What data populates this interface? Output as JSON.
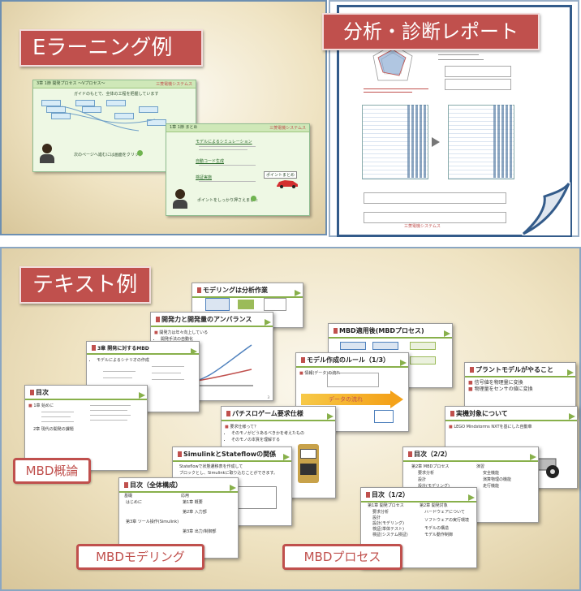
{
  "top_left": {
    "tag": "Eラーニング例",
    "window1": {
      "title": "3章 1節 開発プロセス ～Vプロセス～",
      "logo": "三菱電機システムス",
      "caption": "ガイドのもとで、全体の工程を把握しています",
      "footer": "次のページへ進むには画面をクリック"
    },
    "window2": {
      "title": "1章 1節 まとめ",
      "logo": "三菱電機システムス",
      "item1": "モデルによるシミュレーション",
      "item2": "自動コード生成",
      "item3": "検証実施",
      "footer": "ポイントをしっかり押さえました",
      "badge": "ポイントまとめ"
    }
  },
  "top_right": {
    "tag": "分析・診断レポート",
    "logo": "三菱電機システムス"
  },
  "bottom": {
    "tag": "テキスト例",
    "labels": {
      "concept": "MBD概論",
      "modeling": "MBDモデリング",
      "process": "MBDプロセス"
    },
    "slides": {
      "s1": {
        "title": "モデリングは分析作業"
      },
      "s2": {
        "title": "開発力と開発量のアンバランス",
        "b1": "開発力は年々向上している",
        "b2": "開発手法の自動化"
      },
      "s3": {
        "title": "MBD適用後(MBDプロセス)"
      },
      "s4": {
        "title": "モデル作成のルール（1/3）",
        "b1": "情報(データ)の流れ",
        "band": "データの流れ"
      },
      "s5": {
        "title": "プラントモデルがやること",
        "b1": "信号値を物理量に変換",
        "b2": "物理量をセンサの値に変換"
      },
      "s6": {
        "title": "3章 開発に対するMBD",
        "b1": "モデルによるシナリオの作成"
      },
      "s7": {
        "title": "目次",
        "b1": "1章 始めに",
        "b2": "2章 現代の開発の課題"
      },
      "s8": {
        "title": "パチスロゲーム要求仕様",
        "b1": "要求仕様って？",
        "b2": "そのモノがどうあるべきかを考えたもの",
        "b3": "そのモノの本質を理解する"
      },
      "s9": {
        "title": "実機対象について",
        "b1": "LEGO Mindstorms NXTを基にした自動車"
      },
      "s10": {
        "title": "SimulinkとStateflowの関係",
        "b1": "Stateflowで状態遷移表を作成して",
        "b2": "ブロックとし、Simulinkに取り込むことができます。"
      },
      "s11": {
        "title": "目次（2/2）",
        "b1": "第2章 MBDプロセス",
        "b2": "演習",
        "c1": "要求分析",
        "c2": "設計",
        "c3": "設計(モデリング)",
        "d1": "安全機能",
        "d2": "演算物理の機能",
        "d3": "走行機能"
      },
      "s12": {
        "title": "目次（全体構成）",
        "h1": "基礎",
        "h2": "応用",
        "r1": "はじめに",
        "r2": "第1章 概要",
        "r3": "第2章 入力部",
        "r4": "第3章 ツール操作(Simulink)",
        "r5": "第3章 出力/制御部"
      },
      "s13": {
        "title": "目次（1/2）",
        "b1": "第1章 開発プロセス",
        "b2": "第2章 開発対象",
        "c1": "要求分析",
        "c2": "設計",
        "c3": "設計(モデリング)",
        "c4": "検証(単体テスト)",
        "c5": "検証(システム検証)",
        "d1": "ハードウェアについて",
        "d2": "ソフトウェアの実行環境",
        "d3": "モデルの構造",
        "d4": "モデル動作制御"
      }
    }
  },
  "colors": {
    "accent": "#c0504d",
    "panel_border": "#6d8fb1",
    "green": "#88b04b"
  }
}
